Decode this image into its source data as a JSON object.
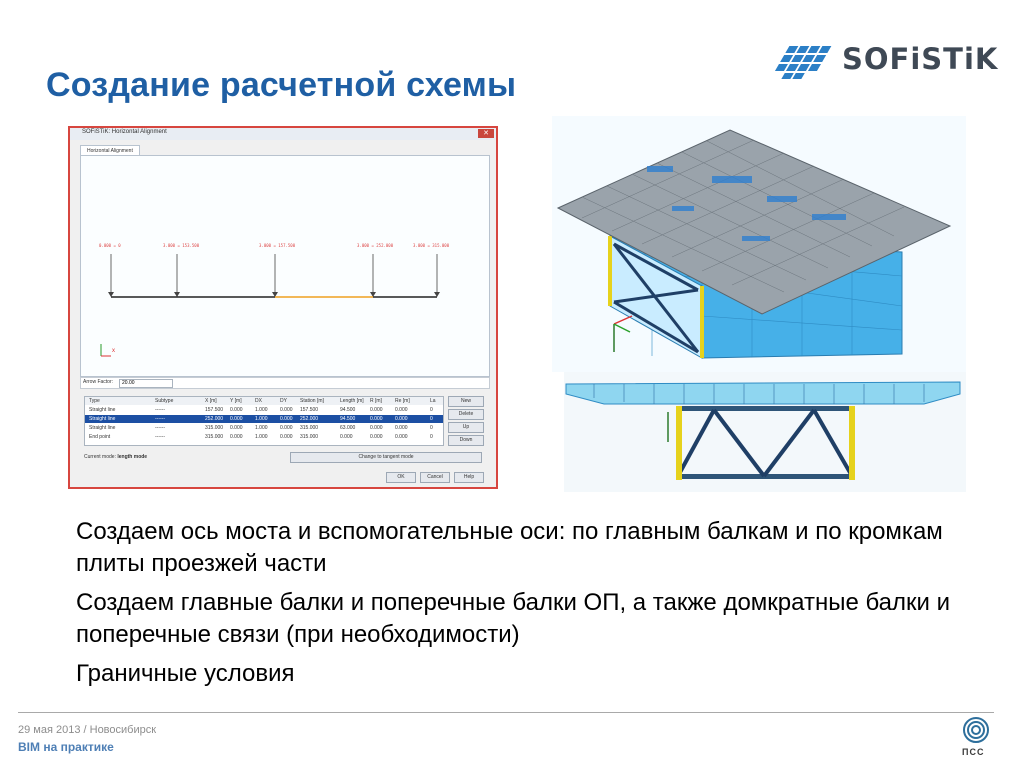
{
  "slide": {
    "title": "Создание расчетной схемы",
    "brand": "SOFiSTiK"
  },
  "window": {
    "title": "SOFiSTiK: Horizontal Alignment",
    "tab": "Horizontal Alignment",
    "close": "✕",
    "stations": [
      "0.000 = 0",
      "3.000 = 153.500",
      "3.000 = 157.500",
      "3.000 = 252.000",
      "3.000 = 315.000"
    ],
    "arrow_factor_label": "Arrow Factor:",
    "arrow_factor_value": "20.00",
    "columns": [
      "Type",
      "Subtype",
      "X [m]",
      "Y [m]",
      "DX",
      "DY",
      "Station [m]",
      "Length [m]",
      "R [m]",
      "Re [m]",
      "La"
    ],
    "rows": [
      [
        "Straight line",
        "------",
        "157.500",
        "0.000",
        "1.000",
        "0.000",
        "157.500",
        "94.500",
        "0.000",
        "0.000",
        "0"
      ],
      [
        "Straight line",
        "------",
        "252.000",
        "0.000",
        "1.000",
        "0.000",
        "252.000",
        "94.500",
        "0.000",
        "0.000",
        "0"
      ],
      [
        "Straight line",
        "------",
        "315.000",
        "0.000",
        "1.000",
        "0.000",
        "315.000",
        "63.000",
        "0.000",
        "0.000",
        "0"
      ],
      [
        "End point",
        "------",
        "315.000",
        "0.000",
        "1.000",
        "0.000",
        "315.000",
        "0.000",
        "0.000",
        "0.000",
        "0"
      ]
    ],
    "side_buttons": [
      "New",
      "Delete",
      "Up",
      "Down"
    ],
    "current_mode_label": "Current mode:",
    "current_mode_value": "length mode",
    "change_mode_button": "Change to tangent mode",
    "ok_button": "OK",
    "cancel_button": "Cancel",
    "help_button": "Help"
  },
  "bullets": [
    "Создаем ось моста и вспомогательные оси: по главным балкам и по кромкам плиты проезжей части",
    "Создаем главные балки и поперечные балки ОП, а также домкратные балки и поперечные связи (при необходимости)",
    "Граничные условия"
  ],
  "footer": {
    "date_place": "29 мая 2013 / Новосибирск",
    "subtitle": "BIM на практике",
    "logo_text": "ПСС"
  },
  "colors": {
    "title": "#1f5fa4",
    "window_border": "#d7463f",
    "bridge_blue": "#3ea8e0",
    "deck_gray": "#9aa3ab"
  }
}
